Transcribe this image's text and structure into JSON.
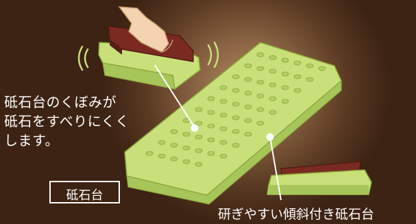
{
  "description": "砥石台のくぼみが\n砥石をすべりにくく\nします。",
  "stand_label": "砥石台",
  "caption": "研ぎやすい傾斜付き砥石台",
  "colors": {
    "background": "#4a2e1a",
    "stand_green": "#c9e07a",
    "stone_red": "#8b2a22",
    "text": "#ffffff"
  }
}
